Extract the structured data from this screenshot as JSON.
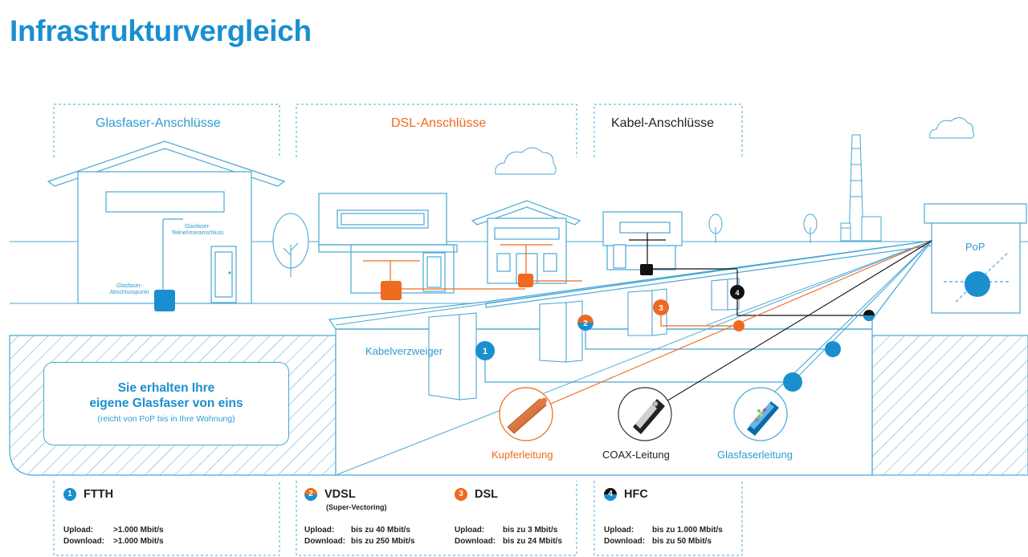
{
  "title": "Infrastrukturvergleich",
  "sections": {
    "glasfaser": "Glasfaser-Anschlüsse",
    "dsl": "DSL-Anschlüsse",
    "kabel": "Kabel-Anschlüsse"
  },
  "house_labels": {
    "teilnehmer": "Glasfaser-Teilnehmeranschluss",
    "abschluss": "Glasfaser-Abschlusspunkt"
  },
  "kabelverzweiger": "Kabelverzweiger",
  "pop": "PoP",
  "promo": {
    "line1": "Sie erhalten Ihre",
    "line2": "eigene Glasfaser von eins",
    "line3": "(reicht von PoP bis in Ihre Wohnung)"
  },
  "cables": {
    "kupfer": "Kupferleitung",
    "coax": "COAX-Leitung",
    "glasfaser": "Glasfaserleitung"
  },
  "legend": [
    {
      "num": "1",
      "name": "FTTH",
      "sub": "",
      "upload_key": "Upload:",
      "upload_val": ">1.000 Mbit/s",
      "download_key": "Download:",
      "download_val": ">1.000 Mbit/s"
    },
    {
      "num": "2",
      "name": "VDSL",
      "sub": "(Super-Vectoring)",
      "upload_key": "Upload:",
      "upload_val": "bis zu 40 Mbit/s",
      "download_key": "Download:",
      "download_val": "bis zu 250 Mbit/s"
    },
    {
      "num": "3",
      "name": "DSL",
      "sub": "",
      "upload_key": "Upload:",
      "upload_val": "bis zu 3 Mbit/s",
      "download_key": "Download:",
      "download_val": "bis zu 24 Mbit/s"
    },
    {
      "num": "4",
      "name": "HFC",
      "sub": "",
      "upload_key": "Upload:",
      "upload_val": "bis zu 1.000 Mbit/s",
      "download_key": "Download:",
      "download_val": "bis zu 50 Mbit/s"
    }
  ],
  "colors": {
    "blue": "#1a8fd0",
    "line_blue": "#49a8d6",
    "orange": "#ee6a1f",
    "black": "#111111"
  }
}
